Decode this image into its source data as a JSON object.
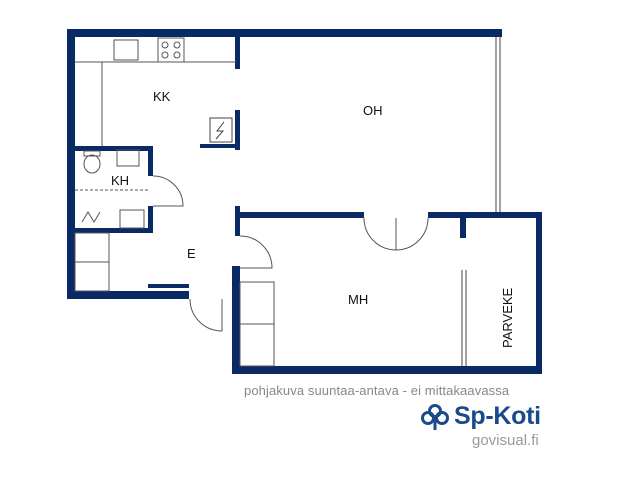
{
  "rooms": {
    "kk": "KK",
    "oh": "OH",
    "kh": "KH",
    "e": "E",
    "mh": "MH",
    "parveke": "PARVEKE"
  },
  "disclaimer": "pohjakuva suuntaa-antava - ei mittakaavassa",
  "brand": {
    "name": "Sp-Koti",
    "url": "govisual.fi",
    "logo_icon": "clover-logo-icon"
  },
  "colors": {
    "wall": "#0a2a66",
    "brand": "#1b4a8a",
    "caption": "#888888"
  }
}
